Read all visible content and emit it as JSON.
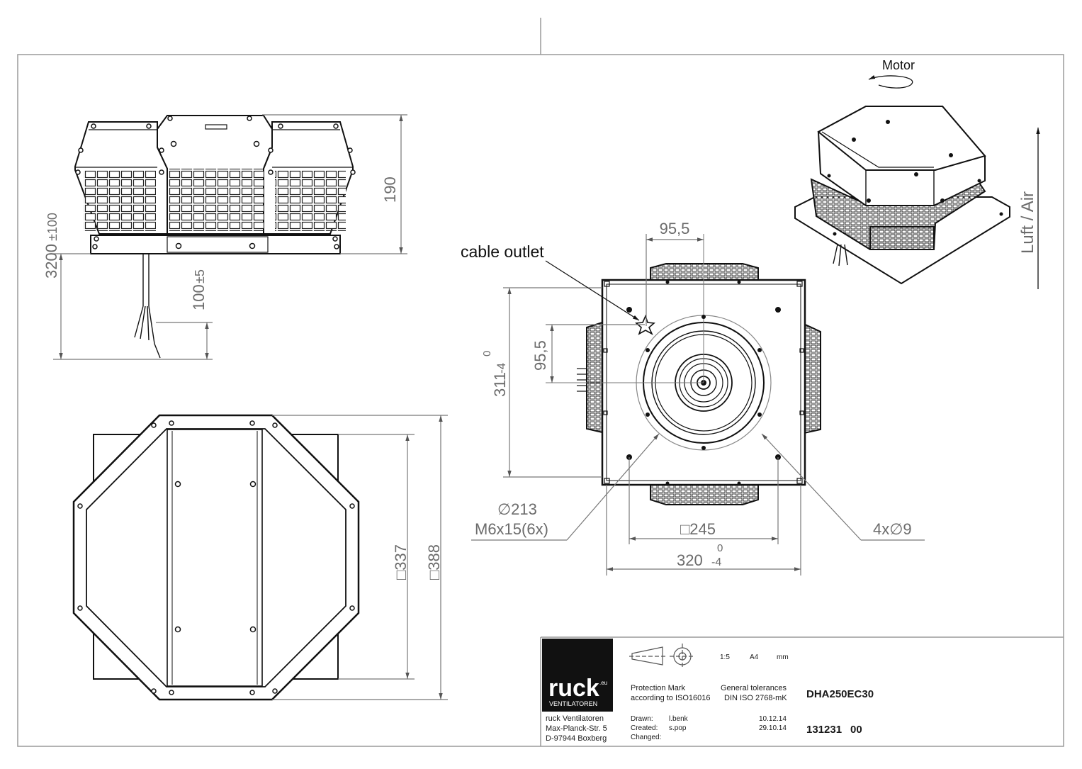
{
  "labels": {
    "motor": "Motor",
    "airflow": "Luft / Air",
    "cable_outlet": "cable outlet"
  },
  "dimensions": {
    "side_height": "190",
    "cable_length": "3200",
    "cable_length_tol": "±100",
    "cable_strip": "100",
    "cable_strip_tol": "±5",
    "inner_square": "□337",
    "outer_square": "□388",
    "hole_spacing_h": "95,5",
    "hole_spacing_v": "95,5",
    "height_311": "311",
    "height_311_upper": "0",
    "height_311_lower": "-4",
    "circle_dia": "∅213",
    "screws": "M6x15(6x)",
    "square_245": "□245",
    "width_320": "320",
    "width_320_upper": "0",
    "width_320_lower": "-4",
    "holes": "4x∅9"
  },
  "title_block": {
    "logo": "ruck",
    "logo_eu": ".eu",
    "logo_sub": "VENTILATOREN",
    "company": [
      "ruck Ventilatoren",
      "Max-Planck-Str. 5",
      "D-97944 Boxberg"
    ],
    "scale": "1:5",
    "format": "A4",
    "unit": "mm",
    "protection": [
      "Protection Mark",
      "according to ISO16016"
    ],
    "tolerances": [
      "General tolerances",
      "DIN ISO 2768-mK"
    ],
    "drawn_label": "Drawn:",
    "drawn_by": "l.benk",
    "drawn_date": "10.12.14",
    "created_label": "Created:",
    "created_by": "s.pop",
    "created_date": "29.10.14",
    "changed_label": "Changed:",
    "product": "DHA250EC30",
    "drawing_number": "131231",
    "revision": "00"
  }
}
